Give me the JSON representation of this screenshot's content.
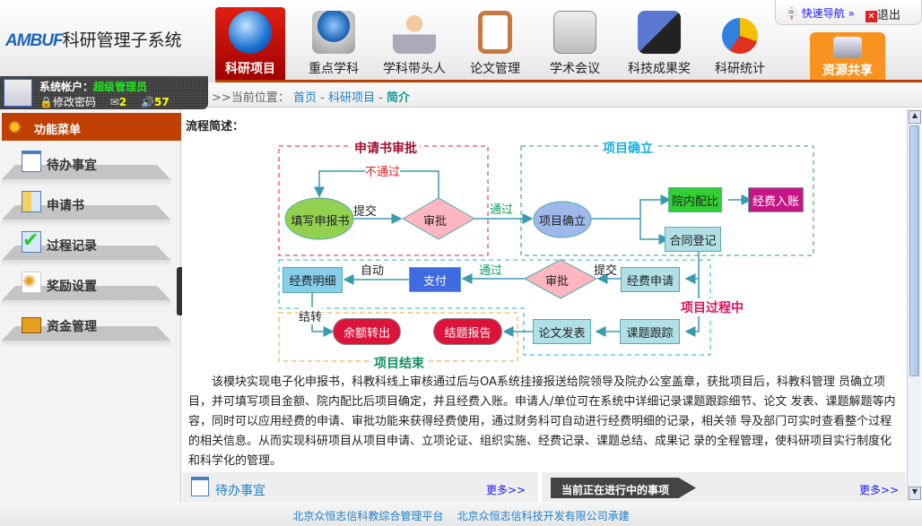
{
  "header": {
    "logo_brand": "AMBUF",
    "logo_title": "科研管理子系统",
    "nav": [
      {
        "label": "科研项目",
        "active": true
      },
      {
        "label": "重点学科"
      },
      {
        "label": "学科带头人"
      },
      {
        "label": "论文管理"
      },
      {
        "label": "学术会议"
      },
      {
        "label": "科技成果奖"
      },
      {
        "label": "科研统计"
      },
      {
        "label": "资源共享"
      }
    ],
    "quick_nav": "快速导航",
    "logout": "退出"
  },
  "user": {
    "label": "系统帐户：",
    "name": "超级管理员",
    "change_password": "修改密码",
    "mail_count": "2",
    "notice_count": "57"
  },
  "breadcrumb": {
    "prefix": "当前位置：",
    "items": [
      "首页",
      "科研项目",
      "简介"
    ],
    "sep": "-"
  },
  "sidebar": {
    "title": "功能菜单",
    "items": [
      "待办事宜",
      "申请书",
      "过程记录",
      "奖励设置",
      "资金管理"
    ]
  },
  "content": {
    "section_label": "流程简述：",
    "diagram": {
      "groups": {
        "apply": "申请书审批",
        "establish": "项目确立",
        "process": "项目过程中",
        "end": "项目结束"
      },
      "nodes": {
        "fill": "填写申报书",
        "approve1": "审批",
        "establish": "项目确立",
        "ratio": "院内配比",
        "funds_in": "经费入账",
        "contract": "合同登记",
        "detail": "经费明细",
        "pay": "支付",
        "approve2": "审批",
        "fund_apply": "经费申请",
        "track": "课题跟踪",
        "paper": "论文发表",
        "report": "结题报告",
        "balance": "余额转出"
      },
      "edges": {
        "reject": "不通过",
        "submit1": "提交",
        "pass1": "通过",
        "auto": "自动",
        "pass2": "通过",
        "submit2": "提交",
        "carry": "结转"
      }
    },
    "description": "该模块实现电子化申报书，科教科线上审核通过后与OA系统挂接报送给院领导及院办公室盖章，获批项目后，科教科管理 员确立项目，并可填写项目金额、院内配比后项目确定，并且经费入账。申请人/单位可在系统中详细记录课题跟踪细节、论文 发表、课题解题等内容，同时可以应用经费的申请、审批功能来获得经费使用，通过财务科可自动进行经费明细的记录，相关领 导及部门可实时查看整个过程的相关信息。从而实现科研项目从项目申请、立项论证、组织实施、经费记录、课题总结、成果记 录的全程管理，使科研项目实行制度化和科学化的管理。",
    "todo_title": "待办事宜",
    "todo_more": "更多>>",
    "ongoing_title": "当前正在进行中的事项",
    "ongoing_more": "更多>>"
  },
  "footer": {
    "platform": "北京众恒志信科教综合管理平台",
    "company": "北京众恒志信科技开发有限公司承建"
  }
}
